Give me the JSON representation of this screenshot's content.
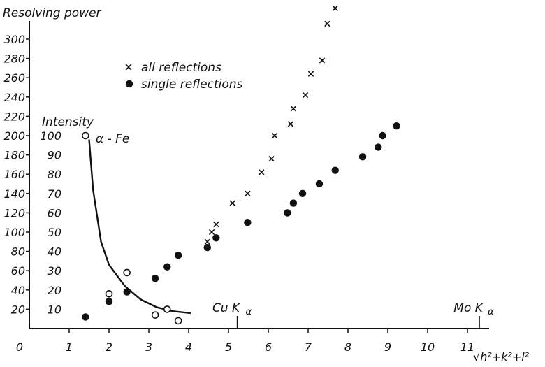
{
  "chart_data": {
    "type": "scatter",
    "ylabel": "Resolving power",
    "ylabel2": "Intensity",
    "xlabel": "√h²+k²+l²",
    "x_ticks": [
      "0",
      "1",
      "2",
      "3",
      "4",
      "5",
      "6",
      "7",
      "8",
      "9",
      "10",
      "11"
    ],
    "y_ticks": [
      "20",
      "40",
      "60",
      "80",
      "100",
      "120",
      "140",
      "160",
      "180",
      "200",
      "220",
      "240",
      "260",
      "280",
      "300"
    ],
    "y2_ticks": [
      "10",
      "20",
      "30",
      "40",
      "50",
      "60",
      "70",
      "80",
      "90",
      "100"
    ],
    "xlim": [
      0,
      11.8
    ],
    "ylim": [
      0,
      320
    ],
    "y2lim": [
      0,
      160
    ],
    "legend": {
      "placement": "top-center",
      "items": [
        "all reflections",
        "single reflections"
      ]
    },
    "series": [
      {
        "name": "all reflections",
        "marker": "x",
        "axis": "left",
        "x": [
          1.41,
          2.0,
          2.45,
          3.16,
          3.46,
          3.74,
          4.47,
          4.58,
          4.69,
          5.1,
          5.48,
          5.83,
          6.08,
          6.16,
          6.56,
          6.63,
          6.93,
          7.07,
          7.35,
          7.48,
          7.68
        ],
        "y": [
          12,
          28,
          38,
          52,
          64,
          76,
          90,
          100,
          108,
          130,
          140,
          162,
          176,
          200,
          212,
          228,
          242,
          264,
          278,
          316,
          332
        ]
      },
      {
        "name": "single reflections",
        "marker": "filled-circle",
        "axis": "left",
        "x": [
          1.41,
          2.0,
          2.45,
          3.16,
          3.46,
          3.74,
          4.47,
          4.69,
          5.48,
          6.48,
          6.63,
          6.86,
          7.28,
          7.68,
          8.37,
          8.76,
          8.87,
          9.22
        ],
        "y": [
          12,
          28,
          38,
          52,
          64,
          76,
          84,
          94,
          110,
          120,
          130,
          140,
          150,
          164,
          178,
          188,
          200,
          210
        ]
      },
      {
        "name": "α - Fe",
        "marker": "open-circle",
        "axis": "right",
        "x": [
          1.41,
          2.0,
          2.45,
          3.16,
          3.46,
          3.74
        ],
        "y": [
          100,
          18,
          29,
          7,
          10,
          4
        ]
      }
    ],
    "curve": {
      "label": "α - Fe",
      "axis": "right",
      "x": [
        1.5,
        1.6,
        1.8,
        2.0,
        2.4,
        2.8,
        3.2,
        3.6,
        4.05
      ],
      "y": [
        98,
        72,
        45,
        33,
        22,
        15,
        11,
        9,
        8
      ]
    },
    "annotations": [
      {
        "label_main": "Cu K",
        "label_sub": "α",
        "x": 5.22
      },
      {
        "label_main": "Mo K",
        "label_sub": "α",
        "x": 11.3
      }
    ]
  }
}
